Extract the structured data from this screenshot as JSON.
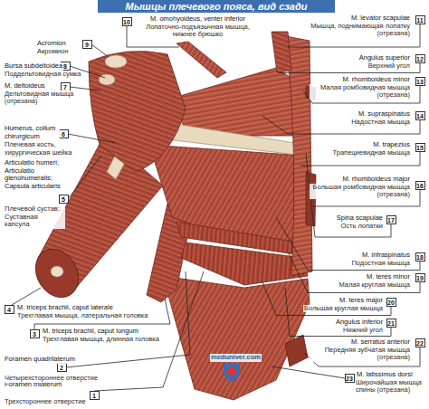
{
  "diagram": {
    "title": "Мышцы плечевого пояса, вид сзади",
    "labels": [
      "1",
      "Foramen trilaterum",
      "Трехстороннее отверстие",
      "2",
      "Foramen quadrilaterum",
      "Четырехстороннее отверстие",
      "3",
      "M. triceps brachii, caput longum",
      "Трехглавая мышца, длинная головка",
      "4",
      "M. triceps brachii, caput laterale",
      "Трехглавая мышца, латеральная головка",
      "5",
      "Articulatio humeri; Articulatio glenohumeralis; Capsula articularis",
      "Плечевой сустав; Суставная капсула",
      "6",
      "Humerus, collum chirurgicum",
      "Плечевая кость, хирургическая шейка",
      "7",
      "M. deltoideus",
      "Дельтовидная мышца (отрезана)",
      "8",
      "Bursa subdeltoidea",
      "Поддельтовидная сумка",
      "9",
      "Acromion",
      "Акромион",
      "10",
      "M. omohyoideus, venter inferior",
      "Лопаточно-подъязычная мышца, нижнее брюшко",
      "11",
      "M. levator scapulae",
      "Мышца, поднимающая лопатку (отрезана)",
      "12",
      "Angulus superior",
      "Верхний угол",
      "13",
      "M. rhomboideus minor",
      "Малая ромбовидная мышца (отрезана)",
      "14",
      "M. supraspinatus",
      "Надостная мышца",
      "15",
      "M. trapezius",
      "Трапециевидная мышца",
      "16",
      "M. rhomboideus major",
      "Большая ромбовидная мышца (отрезана)",
      "17",
      "Spina scapulae",
      "Ость лопатки",
      "18",
      "M. infraspinatus",
      "Подостная мышца",
      "19",
      "M. teres minor",
      "Малая круглая мышца",
      "20",
      "M. teres major",
      "Большая круглая мышца",
      "21",
      "Angulus inferior",
      "Нижний угол",
      "22",
      "M. serratus anterior",
      "Передняя зубчатая мышца (отрезана)",
      "23",
      "M. latissimus dorsi",
      "Широчайшая мышца спины (отрезана)",
      "meduniver.com"
    ]
  }
}
